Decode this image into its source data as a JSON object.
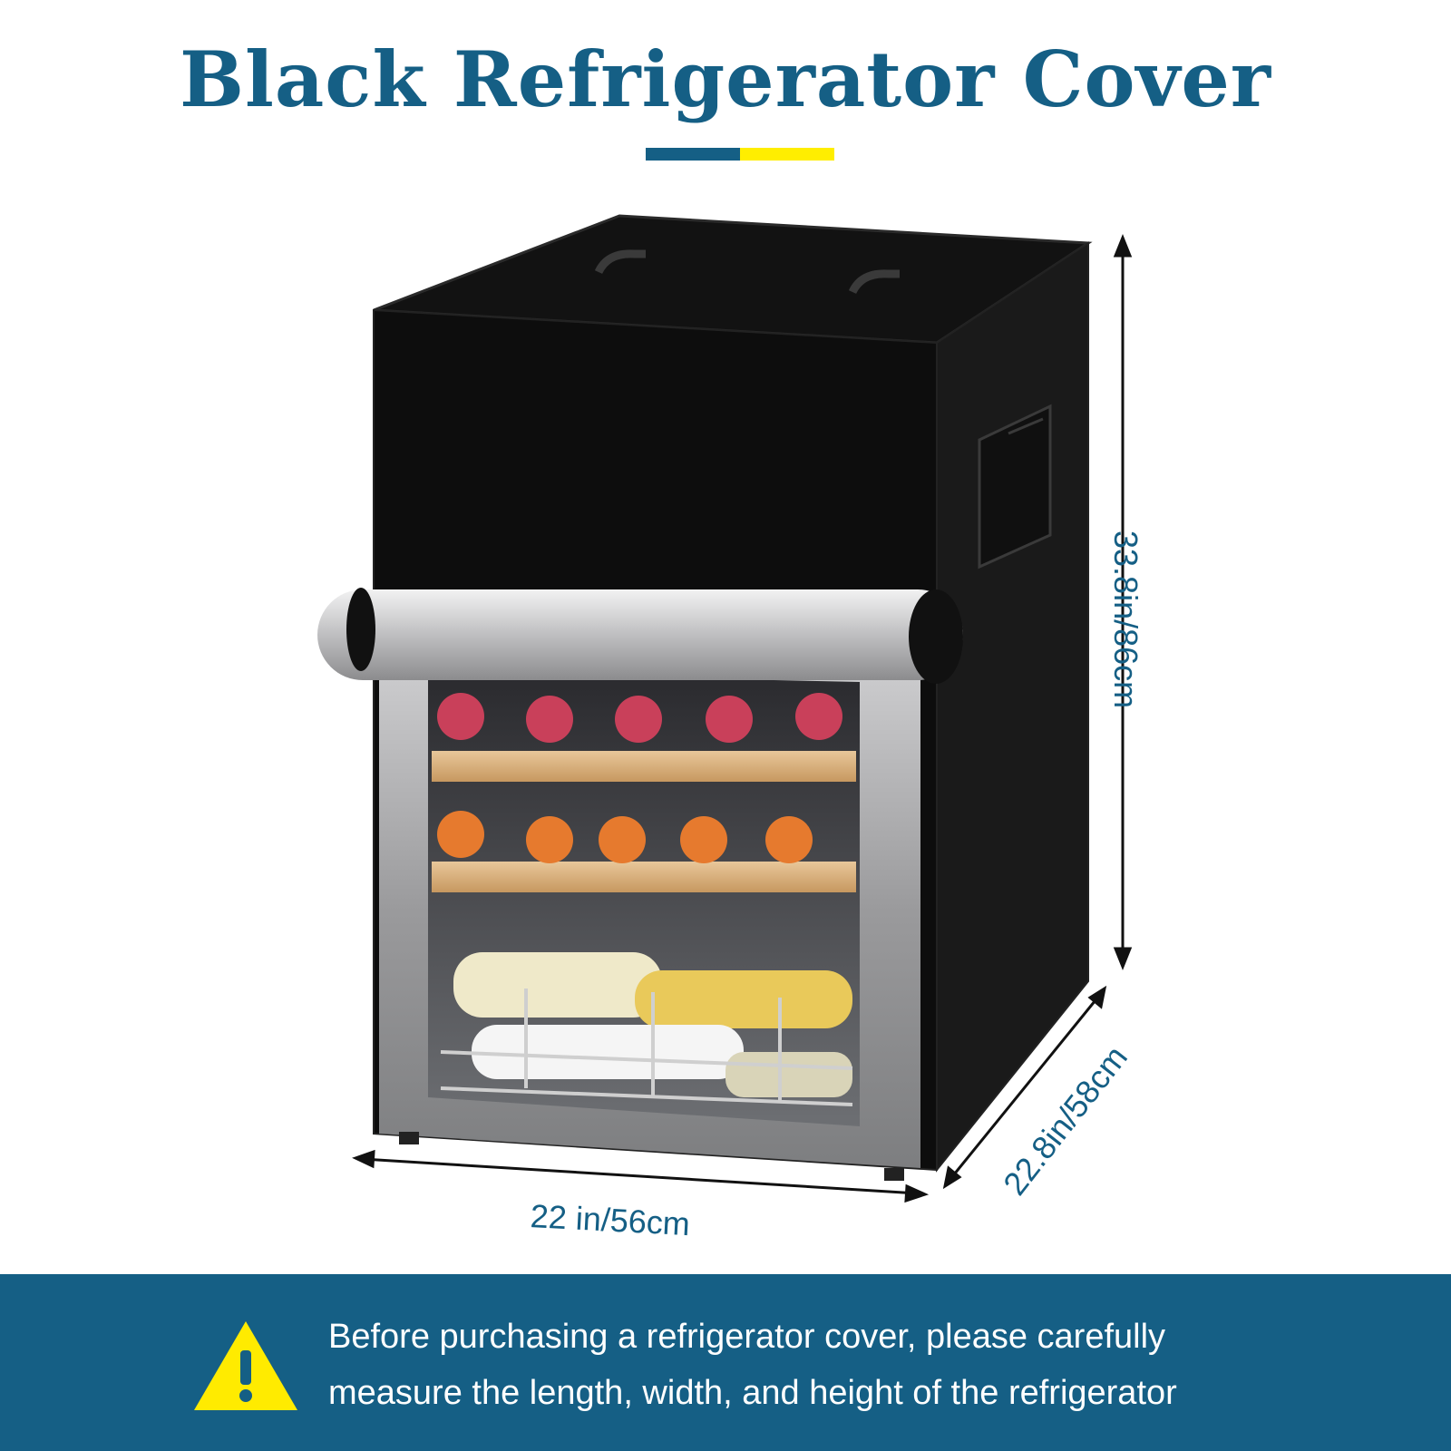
{
  "title": "Black Refrigerator Cover",
  "colors": {
    "title_blue": "#155f85",
    "accent_yellow": "#ffee00",
    "banner_blue": "#155f85",
    "cover_black": "#0d0d0d",
    "warning_yellow": "#ffeb00"
  },
  "dimensions": {
    "width": "22 in/56cm",
    "height": "33.8in/86cm",
    "depth": "22.8in/58cm"
  },
  "notice": {
    "icon": "warning-triangle-icon",
    "line1": "Before purchasing a refrigerator cover, please carefully",
    "line2": "measure the length, width, and height of the refrigerator"
  }
}
